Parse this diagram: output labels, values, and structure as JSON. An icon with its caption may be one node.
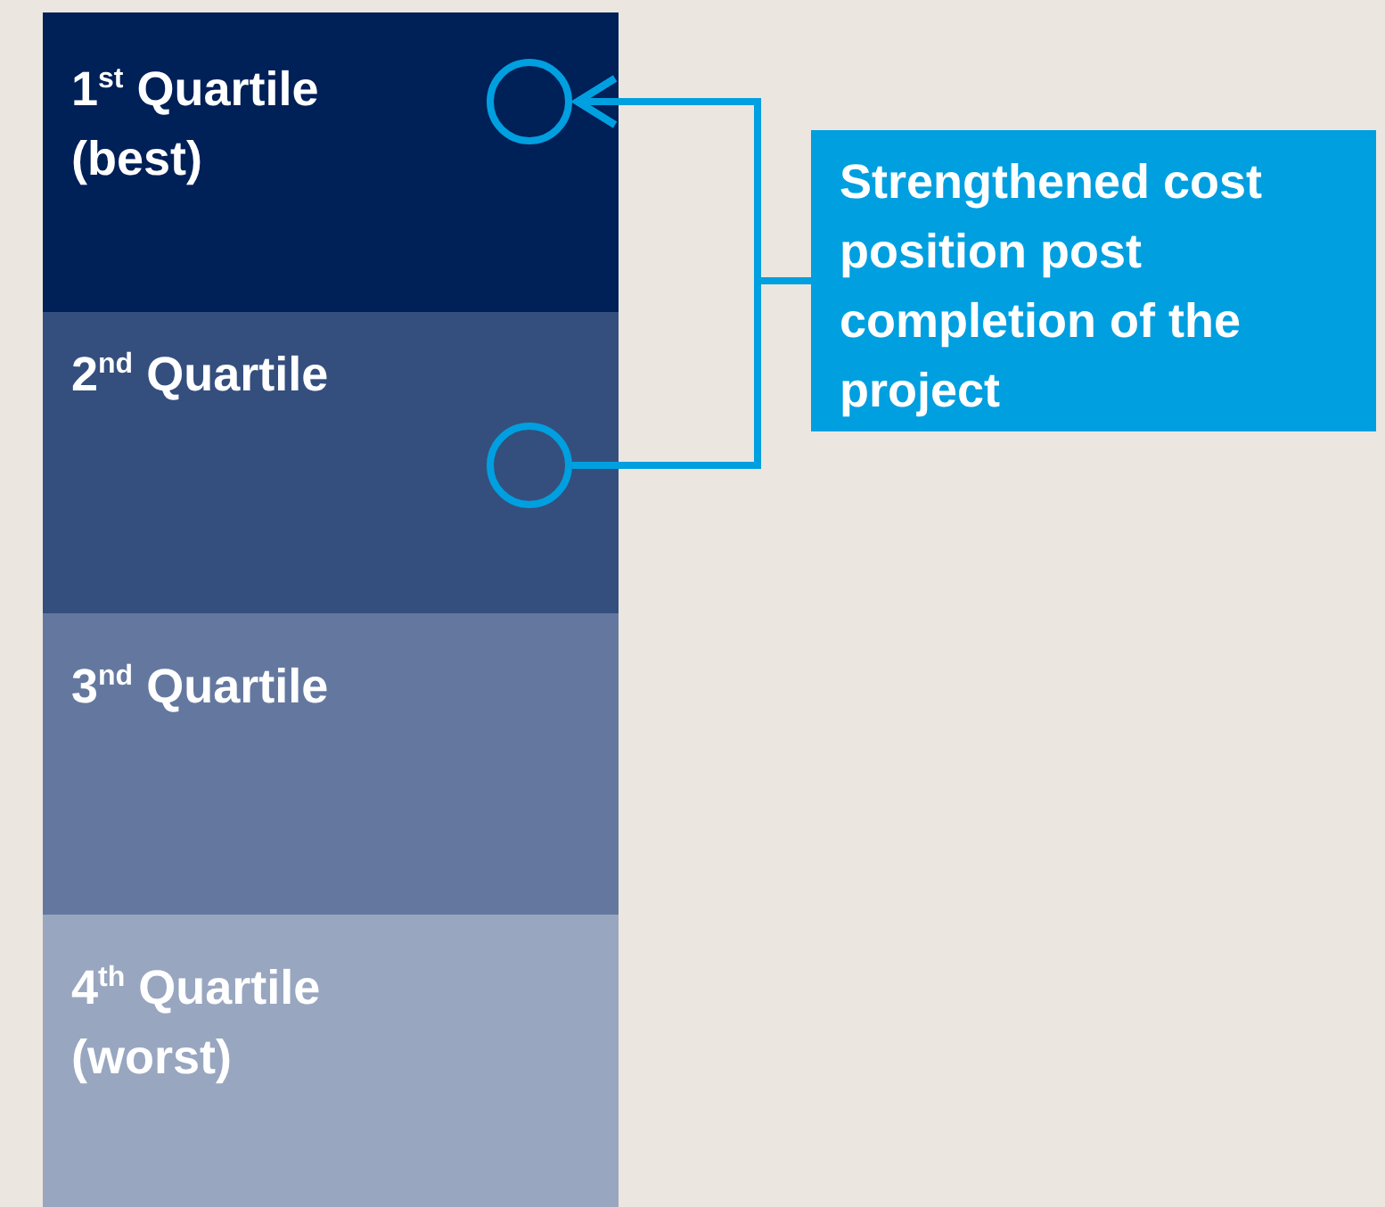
{
  "diagram": {
    "nodes": [
      {
        "text": [
          "1$^{st}$ Quartile (best)"
        ]
      },
      {
        "text": [
          "2$^{nd}$ Quartile"
        ]
      },
      {
        "text": [
          "3$^{nd}$ Quartile"
        ]
      },
      {
        "text": [
          "4$^{th}$ Quartile (worst)"
        ]
      },
      {
        "text": [],
        "shape": "circle",
        "in": 0
      },
      {
        "text": [],
        "shape": "circle",
        "in": 1
      },
      {
        "text": [
          "Strengthened cost position post completion of the project"
        ]
      }
    ],
    "edges": [
      {
        "from": 5,
        "to": 4,
        "arrow": "to"
      },
      {
        "from": 6,
        "to": 4,
        "arrow": "to"
      }
    ]
  }
}
